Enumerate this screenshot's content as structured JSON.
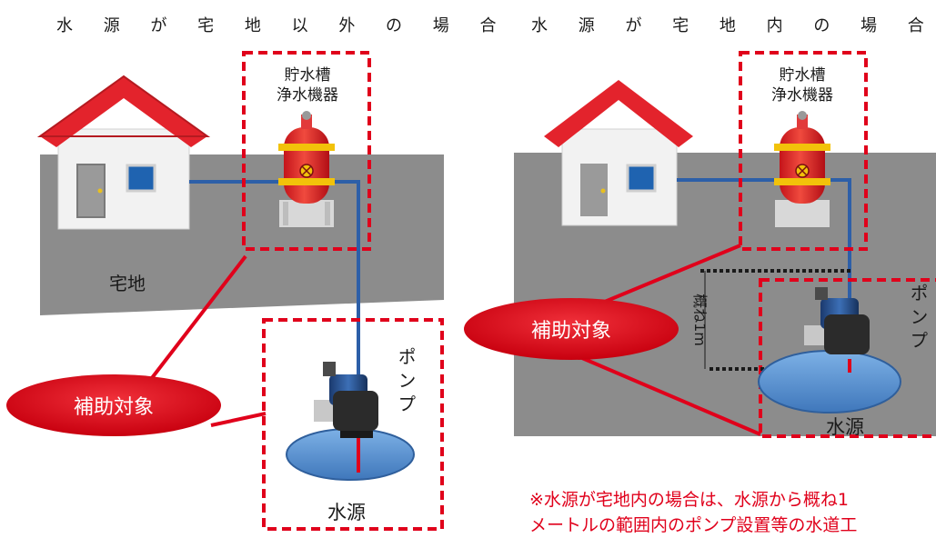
{
  "left": {
    "title": "水 源 が 宅 地 以 外 の 場 合",
    "tank_label": [
      "貯水槽",
      "浄水機器"
    ],
    "yard_label": "宅地",
    "pump_label": "ポンプ",
    "water_label": "水源",
    "subsidy_label": "補助対象"
  },
  "right": {
    "title": "水 源 が 宅 地 内 の 場 合",
    "tank_label": [
      "貯水槽",
      "浄水機器"
    ],
    "pump_label": "ポンプ",
    "water_label": "水源",
    "subsidy_label": "補助対象",
    "distance_label": "概ね1m"
  },
  "note": [
    "※水源が宅地内の場合は、水源から概ね1",
    "メートルの範囲内のポンプ設置等の水道工"
  ],
  "colors": {
    "accent_red": "#e0001b",
    "ground_gray": "#8c8c8c",
    "pipe_blue": "#2d5fa8",
    "water_blue": "#4f86c6"
  }
}
